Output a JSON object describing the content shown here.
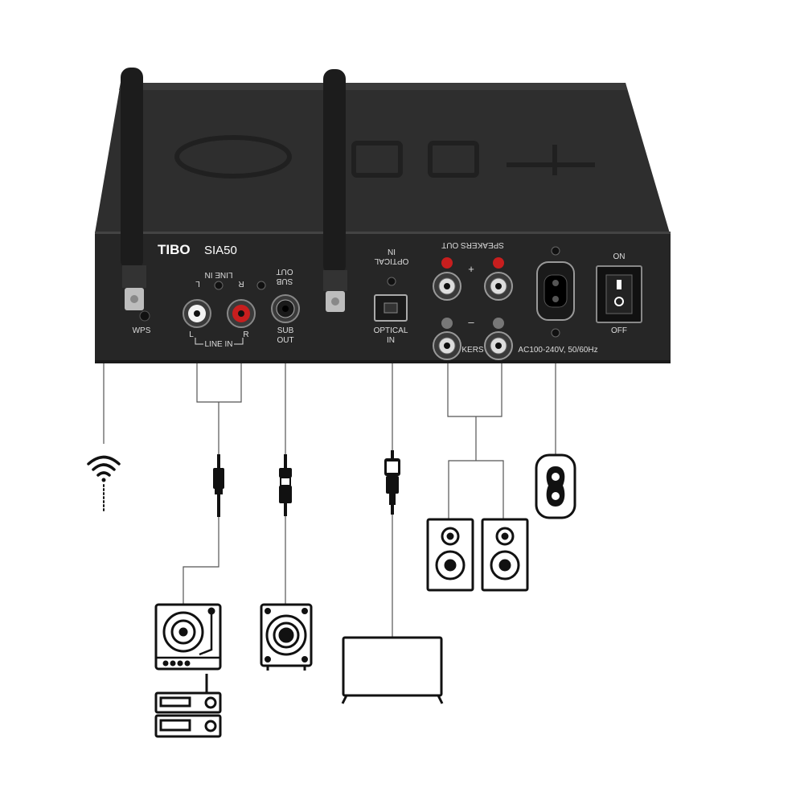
{
  "device": {
    "brand": "TIBO",
    "model": "SIA50",
    "panel_labels": {
      "wps": "WPS",
      "line_in_top": "LINE IN",
      "line_in_bottom": "LINE IN",
      "left": "L",
      "right": "R",
      "sub_out_top": "SUB OUT",
      "sub": "SUB",
      "out": "OUT",
      "optical_in_top": "OPTICAL IN",
      "optical": "OPTICAL",
      "in": "IN",
      "speakers_out_top": "SPEAKERS OUT",
      "speakers_bottom": "KERS",
      "plus": "+",
      "minus": "–",
      "power_spec": "AC100-240V, 50/60Hz",
      "on": "ON",
      "off": "OFF"
    }
  },
  "colors": {
    "chassis": "#262626",
    "panel": "#2a2a2a",
    "red": "#c81e1e",
    "line": "#555555",
    "icon": "#111111"
  },
  "connections": [
    {
      "port": "wps",
      "icon": "wifi-icon"
    },
    {
      "port": "line-in",
      "icon": "rca-jack-icon",
      "targets": [
        "turntable-icon",
        "stereo-receiver-icon"
      ]
    },
    {
      "port": "sub-out",
      "icon": "rca-jack-icon",
      "targets": [
        "subwoofer-icon"
      ]
    },
    {
      "port": "optical-in",
      "icon": "optical-connector-icon",
      "targets": [
        "tv-icon"
      ]
    },
    {
      "port": "speakers-out",
      "icon": "speaker-icon",
      "targets": [
        "speaker-icon",
        "speaker-icon"
      ]
    },
    {
      "port": "power",
      "icon": "power-socket-icon"
    }
  ]
}
